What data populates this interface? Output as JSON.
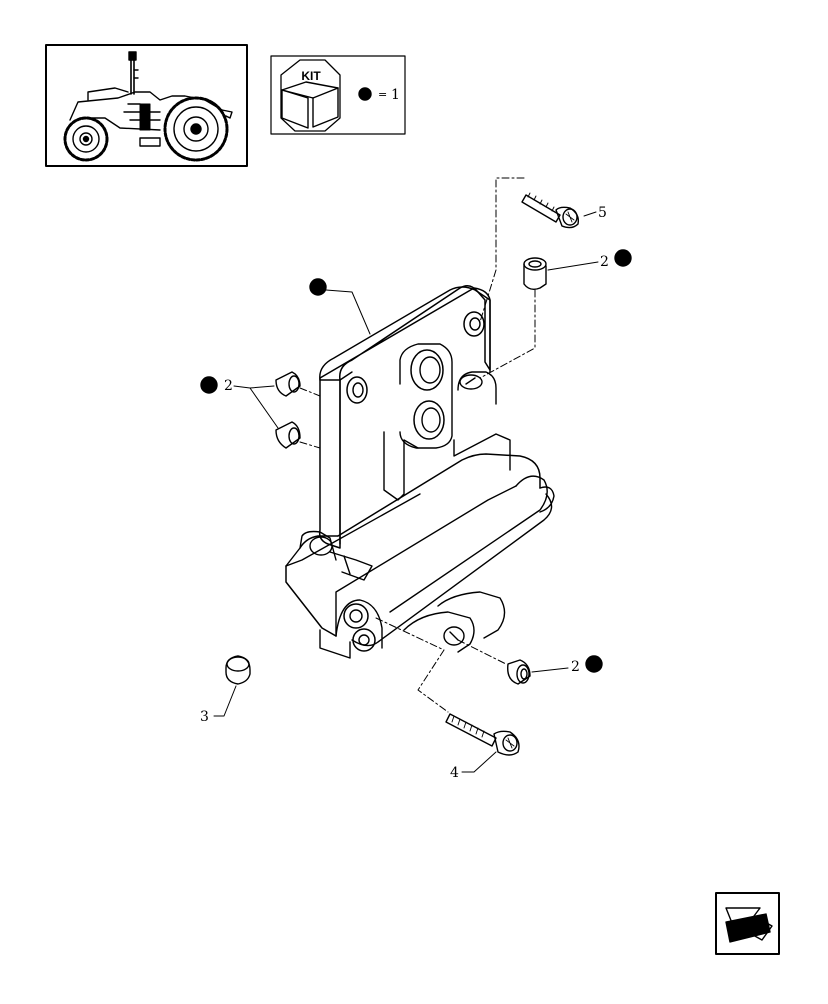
{
  "kit_legend": {
    "kit_label": "KIT",
    "equals": "=",
    "kit_number": "1"
  },
  "callouts": {
    "part_5": "5",
    "part_2_top": "2",
    "part_2_left": "2",
    "part_2_bottom": "2",
    "part_3": "3",
    "part_4": "4"
  },
  "icons": {
    "thumbnail": "tractor-thumbnail-icon",
    "kit": "kit-box-icon",
    "kit_marker": "kit-marker-dot-icon",
    "navigate": "navigate-back-arrow-icon"
  },
  "colors": {
    "line": "#000000",
    "background": "#ffffff"
  }
}
